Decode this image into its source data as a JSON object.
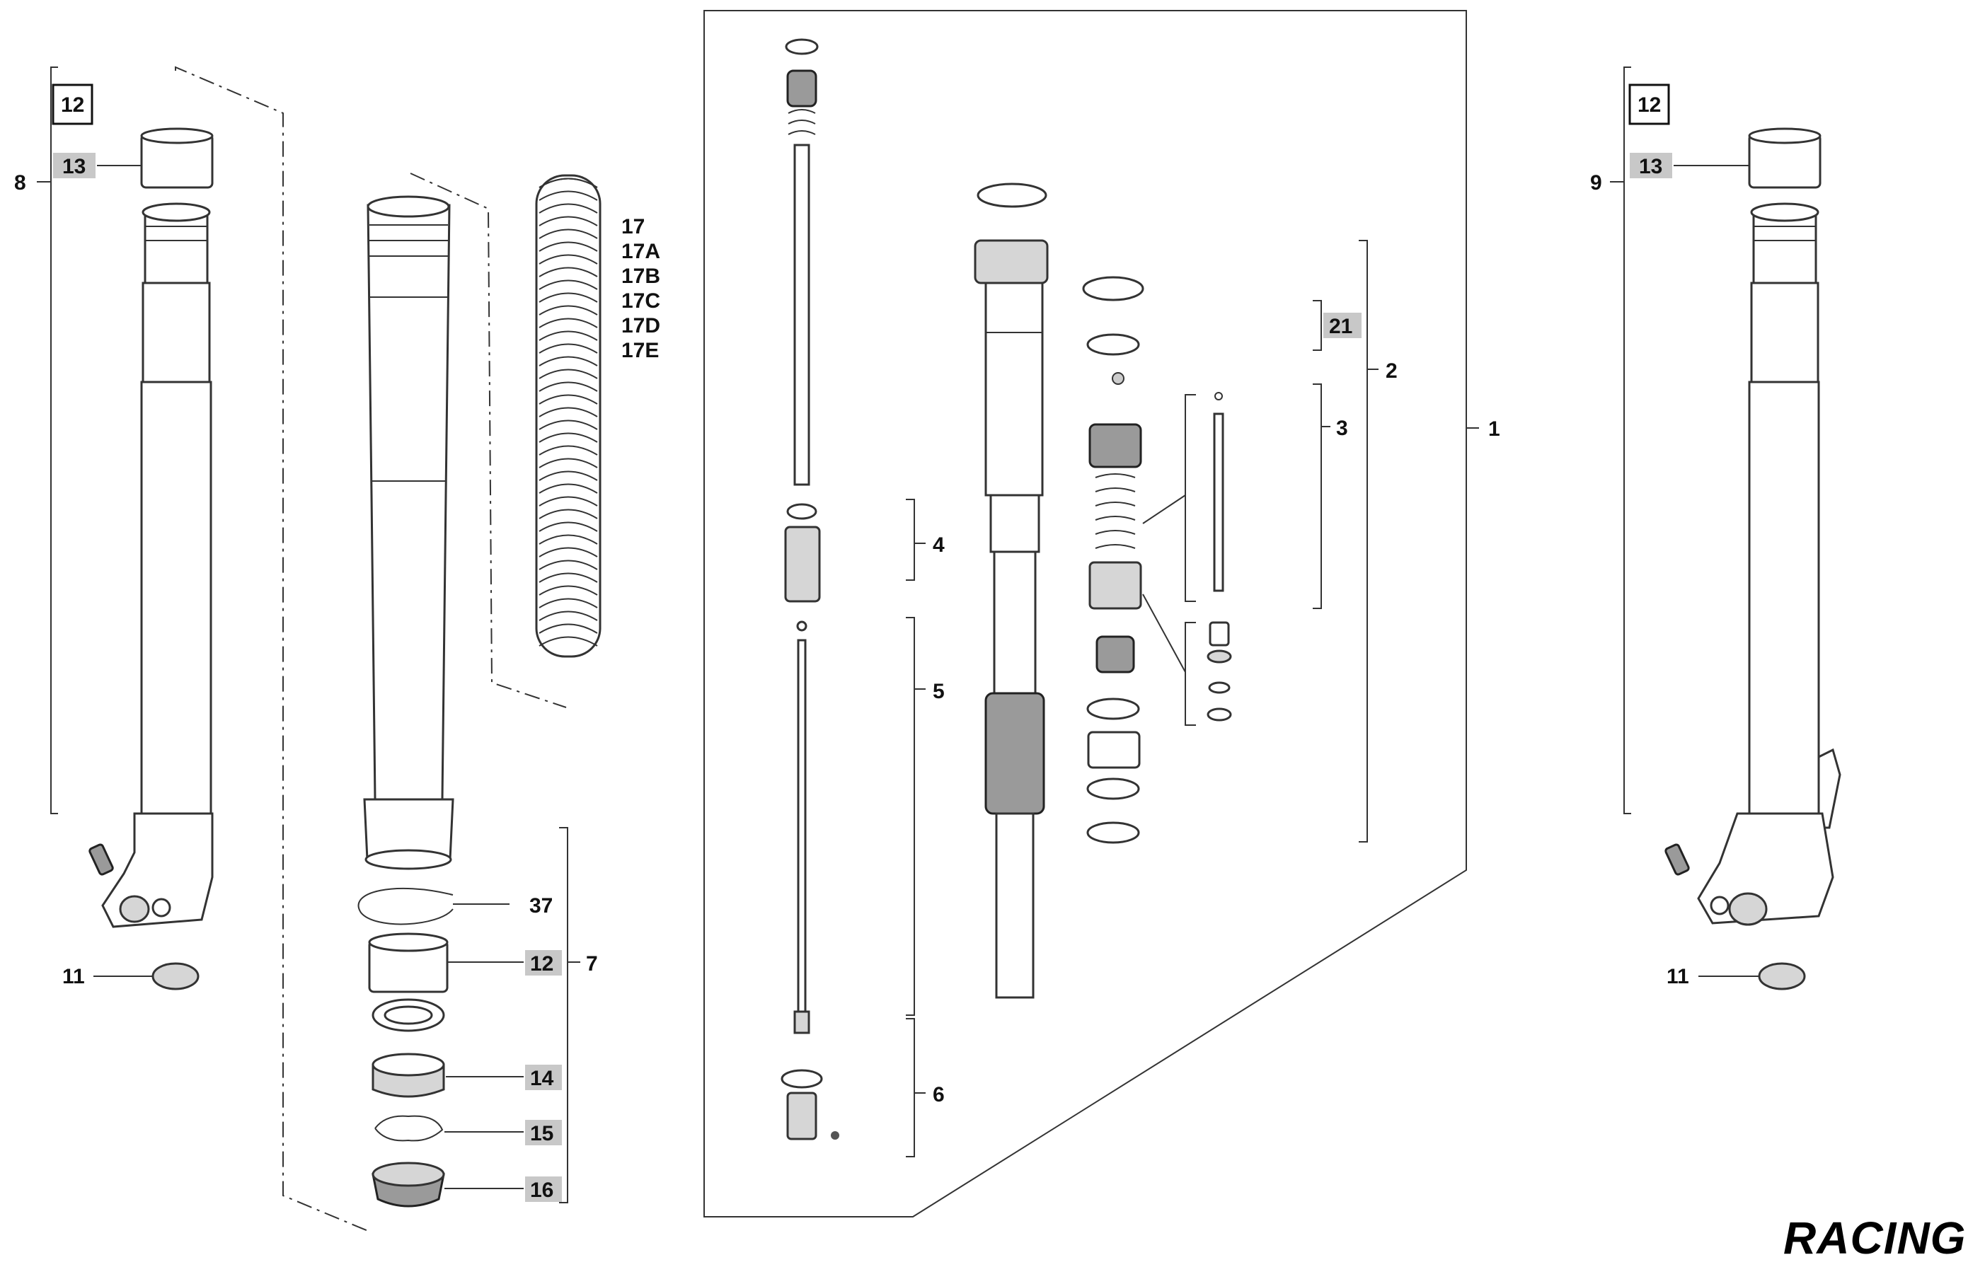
{
  "brand": "RACING",
  "callouts": {
    "c1": "1",
    "c2": "2",
    "c3": "3",
    "c4": "4",
    "c5": "5",
    "c6": "6",
    "c7": "7",
    "c8": "8",
    "c9": "9",
    "c11_left": "11",
    "c11_right": "11",
    "c12_left_box": "12",
    "c12_right_box": "12",
    "c12_mid": "12",
    "c13_left": "13",
    "c13_right": "13",
    "c14": "14",
    "c15": "15",
    "c16": "16",
    "c17": "17",
    "c17A": "17A",
    "c17B": "17B",
    "c17C": "17C",
    "c17D": "17D",
    "c17E": "17E",
    "c21": "21",
    "c37": "37"
  }
}
